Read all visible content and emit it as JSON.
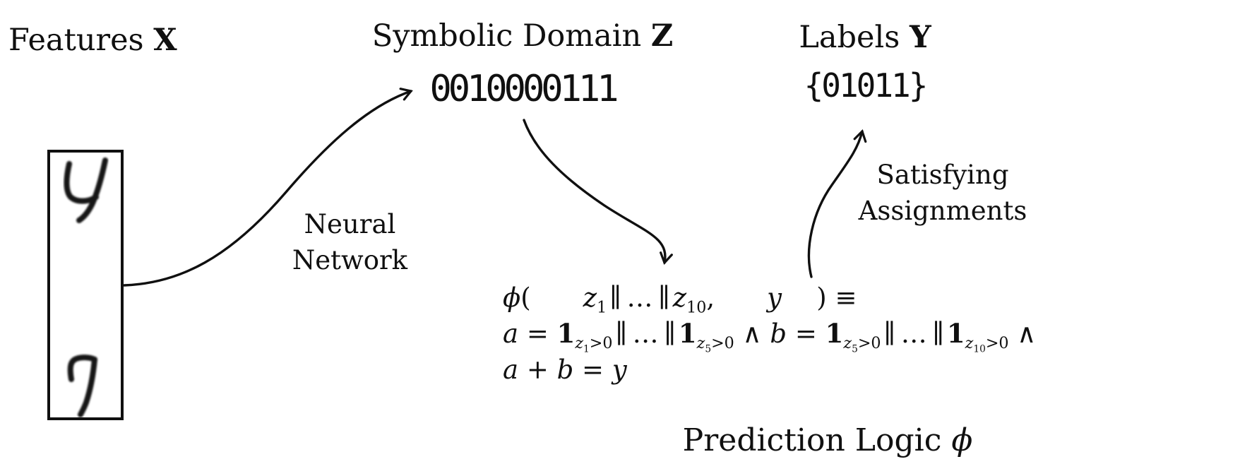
{
  "colors": {
    "ink": "#101010",
    "background": "#ffffff"
  },
  "nodes": {
    "features": {
      "label": "Features ",
      "symbol": "X",
      "digits": [
        "4",
        "7"
      ]
    },
    "symbolic": {
      "label": "Symbolic Domain ",
      "symbol": "Z",
      "value": "0010000111"
    },
    "labels": {
      "label": "Labels ",
      "symbol": "Y",
      "value": "{01011}"
    }
  },
  "edges": {
    "neural_network": {
      "lines": [
        "Neural",
        "Network"
      ]
    },
    "satisfying_assignments": {
      "lines": [
        "Satisfying",
        "Assignments"
      ]
    }
  },
  "formula": {
    "caption": {
      "text": "Prediction Logic ",
      "symbol": "ϕ"
    },
    "lines_html": [
      "<i>ϕ</i>(&#8195;&#8195;<i>z</i><sub>1</sub>&#8202;∥&#8201;…&#8201;∥&#8202;<i>z</i><sub>10</sub>,&#8195;&#8195;<i>y</i>&#8195;&#8196;) ≡",
      "<i>a</i> = <span class='bb'>1</span><sub><i>z</i><sub>1</sub>&gt;0</sub>&#8202;∥&#8201;…&#8201;∥&#8202;<span class='bb'>1</span><sub><i>z</i><sub>5</sub>&gt;0</sub> ∧ <i>b</i> = <span class='bb'>1</span><sub><i>z</i><sub>5</sub>&gt;0</sub>&#8202;∥&#8201;…&#8201;∥&#8202;<span class='bb'>1</span><sub><i>z</i><sub>10</sub>&gt;0</sub> ∧",
      "<i>a</i> + <i>b</i> = <i>y</i>"
    ],
    "lines_text": [
      "ϕ( z_1 ∥ … ∥ z_10 , y ) ≡",
      "a = 1_{z_1>0} ∥ … ∥ 1_{z_5>0} ∧ b = 1_{z_5>0} ∥ … ∥ 1_{z_10>0} ∧",
      "a + b = y"
    ]
  }
}
